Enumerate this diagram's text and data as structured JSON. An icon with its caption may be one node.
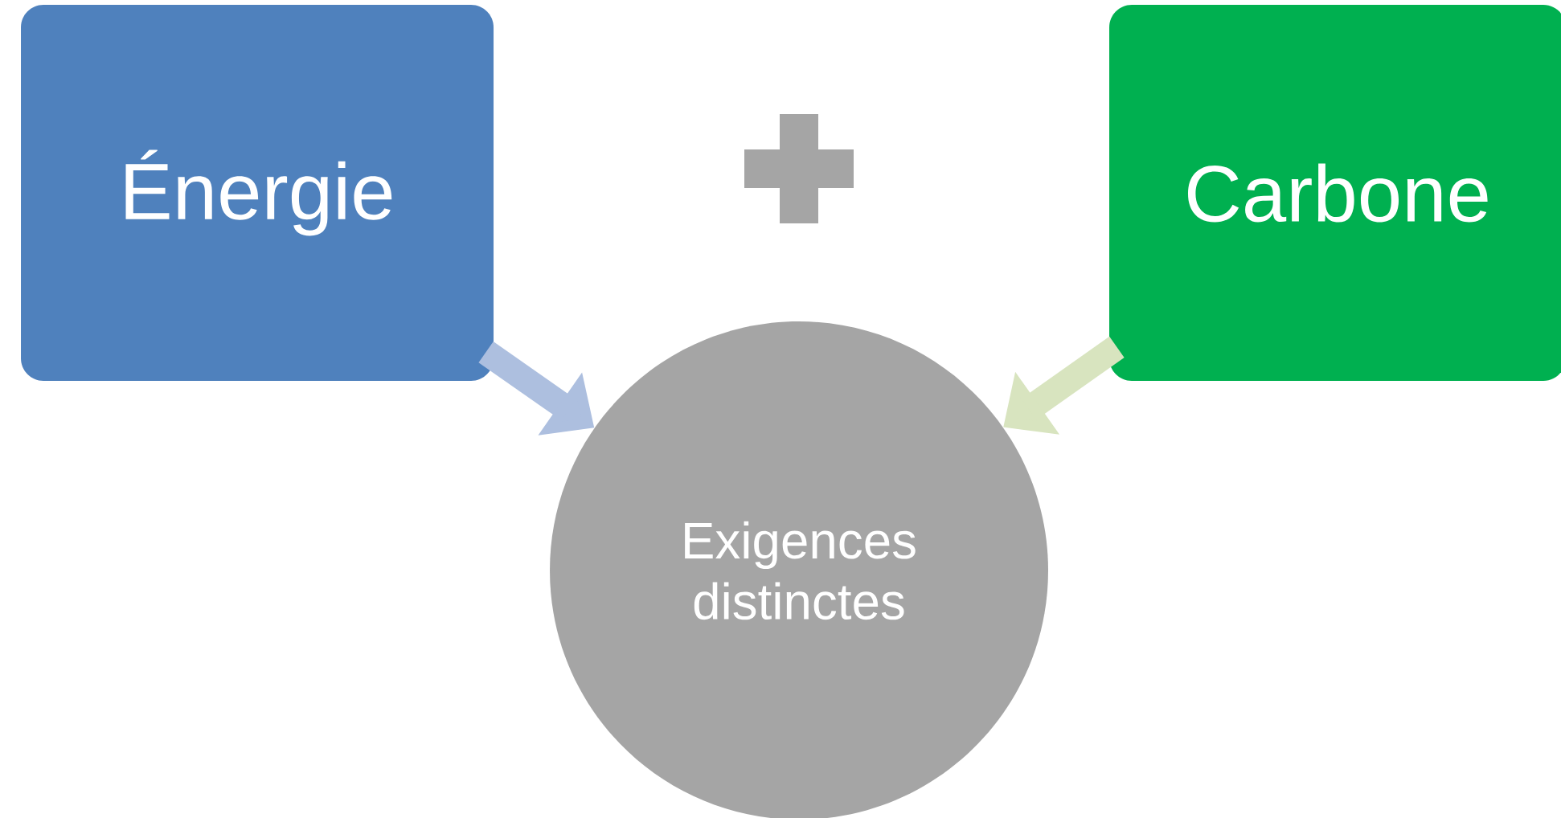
{
  "diagram": {
    "nodes": [
      {
        "text": [
          "Énergie"
        ]
      },
      {
        "text": [
          "Carbone"
        ]
      },
      {
        "text": [
          "Exigences distinctes"
        ]
      }
    ],
    "edges": [
      {
        "from": 0,
        "to": 2,
        "arrow": "to",
        "color": "#adbfdf"
      },
      {
        "from": 1,
        "to": 2,
        "arrow": "to",
        "color": "#d8e4bf"
      }
    ]
  }
}
